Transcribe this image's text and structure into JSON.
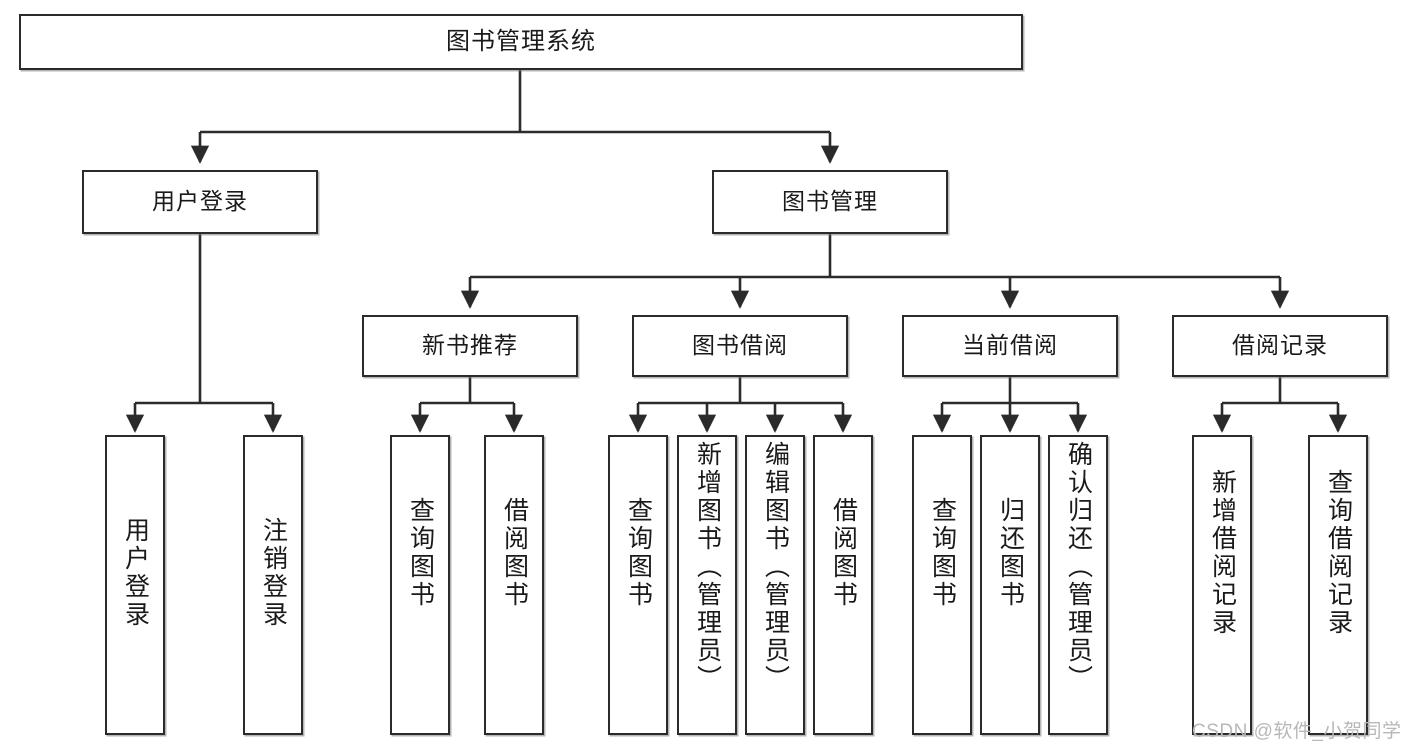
{
  "diagram": {
    "title": "图书管理系统",
    "type": "hierarchy-tree",
    "root": {
      "label": "图书管理系统"
    },
    "level2": [
      {
        "label": "用户登录"
      },
      {
        "label": "图书管理"
      }
    ],
    "level3": [
      {
        "label": "新书推荐"
      },
      {
        "label": "图书借阅"
      },
      {
        "label": "当前借阅"
      },
      {
        "label": "借阅记录"
      }
    ],
    "leaves": {
      "user_login": [
        {
          "label": "用户登录"
        },
        {
          "label": "注销登录"
        }
      ],
      "new_book_recommend": [
        {
          "label": "查询图书"
        },
        {
          "label": "借阅图书"
        }
      ],
      "book_borrow": [
        {
          "label": "查询图书"
        },
        {
          "label": "新增图书（管理员）"
        },
        {
          "label": "编辑图书（管理员）"
        },
        {
          "label": "借阅图书"
        }
      ],
      "current_borrow": [
        {
          "label": "查询图书"
        },
        {
          "label": "归还图书"
        },
        {
          "label": "确认归还（管理员）"
        }
      ],
      "borrow_record": [
        {
          "label": "新增借阅记录"
        },
        {
          "label": "查询借阅记录"
        }
      ]
    }
  },
  "watermark": {
    "text": "CSDN @软件_小贺同学"
  },
  "colors": {
    "border": "#2b2b2b",
    "background": "#ffffff",
    "text": "#1a1a1a",
    "watermark": "#b8b8b8"
  }
}
